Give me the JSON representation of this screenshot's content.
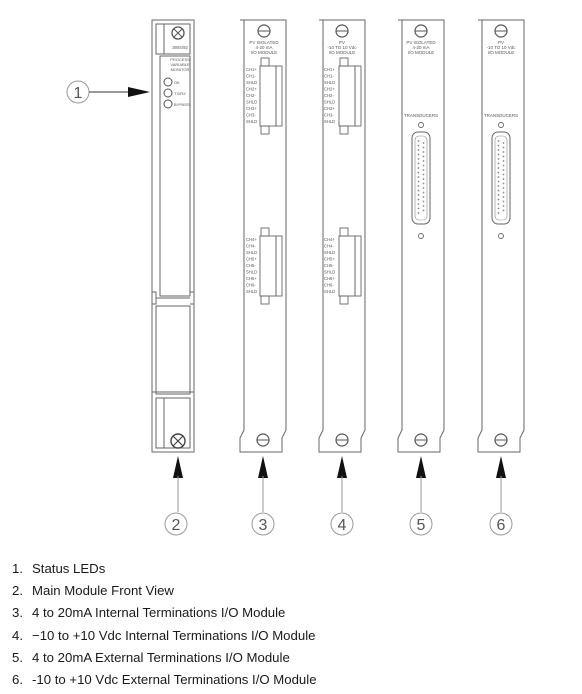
{
  "module_labels": {
    "main": [
      "390S/92",
      "PROCESS",
      "VARIABLE",
      "MONITOR"
    ],
    "leds": [
      "OK",
      "TX/RX",
      "BYPASS"
    ],
    "m3": [
      "PV ISOLATED",
      "4-20 mA",
      "I/O MODULE"
    ],
    "m4": [
      "PV",
      "-10 TO 10 Vdc",
      "I/O MODULE"
    ],
    "m5": [
      "PV ISOLATED",
      "4-20 mA",
      "I/O MODULE"
    ],
    "m6": [
      "PV",
      "-10 TO 10 Vdc",
      "I/O MODULE"
    ],
    "transducers": "TRANSDUCERS",
    "upper_channels": [
      "CH1+",
      "CH1-",
      "SHLD",
      "CH2+",
      "CH2-",
      "SHLD",
      "CH3+",
      "CH3-",
      "SHLD"
    ],
    "lower_channels": [
      "CH4+",
      "CH4-",
      "SHLD",
      "CH5+",
      "CH5-",
      "SHLD",
      "CH6+",
      "CH6-",
      "SHLD"
    ]
  },
  "callouts": [
    "1",
    "2",
    "3",
    "4",
    "5",
    "6"
  ],
  "legend": [
    {
      "num": "1.",
      "text": "Status LEDs"
    },
    {
      "num": "2.",
      "text": "Main Module Front View"
    },
    {
      "num": "3.",
      "text": "4 to 20mA Internal Terminations I/O Module"
    },
    {
      "num": "4.",
      "text": "−10 to +10 Vdc Internal Terminations I/O Module"
    },
    {
      "num": "5.",
      "text": "4 to 20mA External Terminations I/O Module"
    },
    {
      "num": "6.",
      "text": "-10 to +10 Vdc External Terminations I/O Module"
    }
  ]
}
